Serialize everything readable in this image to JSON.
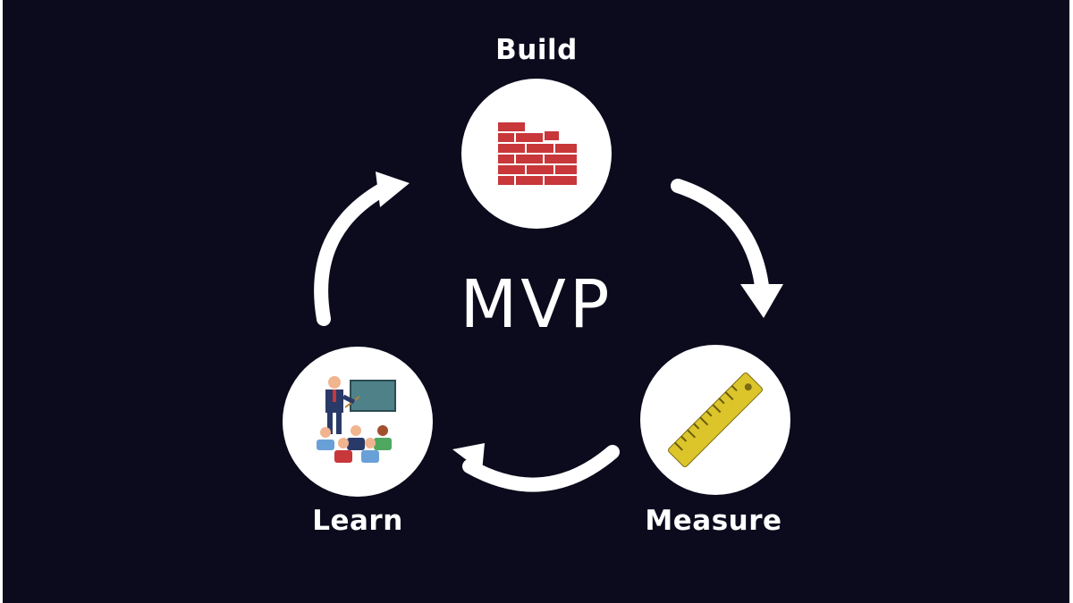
{
  "diagram": {
    "center_label": "MVP",
    "nodes": [
      {
        "id": "build",
        "label": "Build",
        "icon": "brick-wall-icon"
      },
      {
        "id": "measure",
        "label": "Measure",
        "icon": "ruler-icon"
      },
      {
        "id": "learn",
        "label": "Learn",
        "icon": "classroom-icon"
      }
    ],
    "colors": {
      "background": "#0b0b1d",
      "node_fill": "#ffffff",
      "arrow": "#ffffff",
      "brick": "#c8373a",
      "ruler": "#dcc52b"
    }
  }
}
